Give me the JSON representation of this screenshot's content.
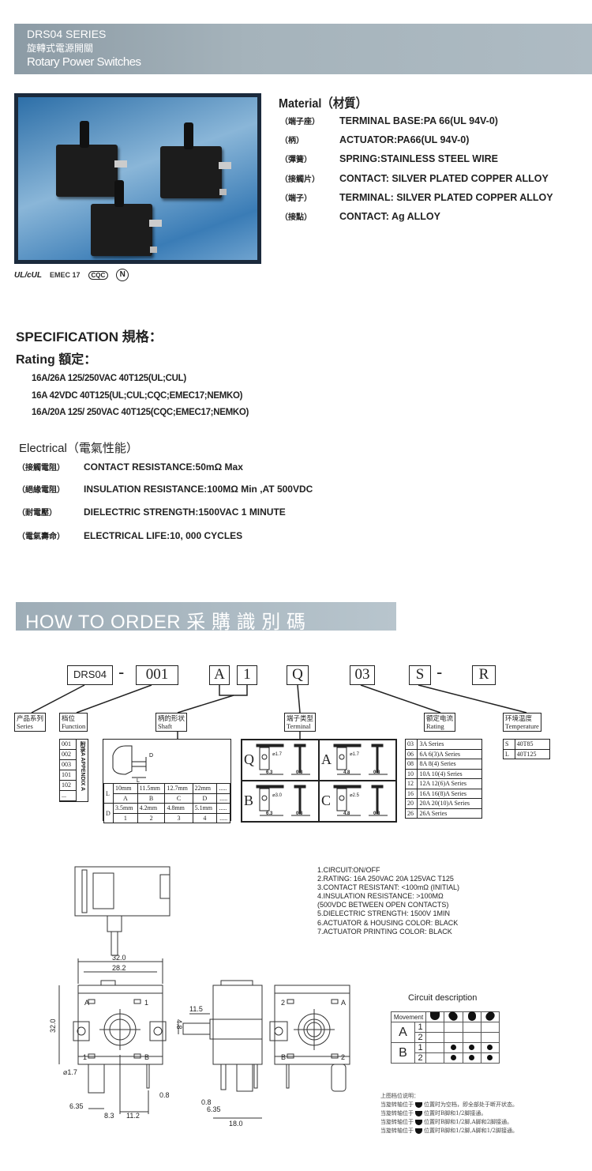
{
  "header": {
    "series": "DRS04 SERIES",
    "title_zh": "旋轉式電源開關",
    "title_en": "Rotary Power Switches"
  },
  "certifications": [
    "UL/cUL",
    "EMEC 17",
    "CQC",
    "N"
  ],
  "material": {
    "title": "Material（材質）",
    "rows": [
      {
        "zh": "（端子座）",
        "en": "TERMINAL BASE:PA 66(UL 94V-0)"
      },
      {
        "zh": "（柄）",
        "en": "ACTUATOR:PA66(UL 94V-0)"
      },
      {
        "zh": "（彈簧）",
        "en": "SPRING:STAINLESS STEEL WIRE"
      },
      {
        "zh": "（接觸片）",
        "en": "CONTACT: SILVER PLATED COPPER ALLOY"
      },
      {
        "zh": "（端子）",
        "en": "TERMINAL: SILVER PLATED COPPER ALLOY"
      },
      {
        "zh": "（接點）",
        "en": "CONTACT: Ag  ALLOY"
      }
    ]
  },
  "specification": {
    "title": "SPECIFICATION 規格：",
    "rating_title": "Rating 額定：",
    "ratings": [
      "16A/26A 125/250VAC  40T125(UL;CUL)",
      "16A 42VDC  40T125(UL;CUL;CQC;EMEC17;NEMKO)",
      "16A/20A 125/ 250VAC 40T125(CQC;EMEC17;NEMKO)"
    ],
    "electrical_title": "Electrical（電氣性能）",
    "electrical": [
      {
        "zh": "（接觸電阻）",
        "en": "CONTACT RESISTANCE:50mΩ Max"
      },
      {
        "zh": "（絕緣電阻）",
        "en": "INSULATION RESISTANCE:100MΩ Min ,AT 500VDC"
      },
      {
        "zh": "（耐電壓）",
        "en": "DIELECTRIC STRENGTH:1500VAC  1 MINUTE"
      },
      {
        "zh": "（電氣壽命）",
        "en": "ELECTRICAL LIFE:10, 000 CYCLES"
      }
    ]
  },
  "how_to_order": {
    "title": "HOW TO ORDER 采 購 識 別 碼",
    "codes": {
      "series": "DRS04",
      "function": "001",
      "shaft_l": "A",
      "shaft_d": "1",
      "terminal": "Q",
      "rating": "03",
      "temp": "S",
      "suffix": "R",
      "dash": "-"
    },
    "categories": {
      "series": {
        "zh": "产品系列",
        "en": "Series"
      },
      "function": {
        "zh": "档位",
        "en": "Function"
      },
      "shaft": {
        "zh": "柄的形状",
        "en": "Shaft"
      },
      "terminal": {
        "zh": "端子类型",
        "en": "Terminal"
      },
      "rating": {
        "zh": "额定电流",
        "en": "Rating"
      },
      "temperature": {
        "zh": "环境温度",
        "en": "Temperature"
      }
    },
    "function_codes": [
      "001",
      "002",
      "003",
      "101",
      "102",
      "..."
    ],
    "function_note": "附录A APPENDIX A",
    "shaft_table": {
      "L_label": "L",
      "D_label": "D",
      "L": [
        "10mm",
        "11.5mm",
        "12.7mm",
        "22mm",
        "....."
      ],
      "L_codes": [
        "A",
        "B",
        "C",
        "D",
        "....."
      ],
      "D": [
        "3.5mm",
        "4.2mm",
        "4.8mm",
        "5.1mm",
        "....."
      ],
      "D_codes": [
        "1",
        "2",
        "3",
        "4",
        "....."
      ],
      "dim_L": "L",
      "dim_D": "D"
    },
    "terminal_types": [
      {
        "code": "Q",
        "hole": "⌀1.7",
        "w": "6.3",
        "t": "0.8"
      },
      {
        "code": "A",
        "hole": "⌀1.7",
        "w": "4.8",
        "t": "0.8"
      },
      {
        "code": "B",
        "hole": "⌀3.0",
        "w": "6.3",
        "t": "0.8"
      },
      {
        "code": "C",
        "hole": "⌀2.5",
        "w": "4.8",
        "t": "0.8"
      }
    ],
    "rating_table": [
      [
        "03",
        "3A Series"
      ],
      [
        "06",
        "6A 6(3)A Series"
      ],
      [
        "08",
        "8A 8(4) Series"
      ],
      [
        "10",
        "10A 10(4) Series"
      ],
      [
        "12",
        "12A 12(6)A Series"
      ],
      [
        "16",
        "16A 16(8)A Series"
      ],
      [
        "20",
        "20A 20(10)A Series"
      ],
      [
        "26",
        "26A Series"
      ]
    ],
    "temp_table": [
      [
        "S",
        "40T85"
      ],
      [
        "L",
        "40T125"
      ]
    ]
  },
  "notes": [
    "1.CIRCUIT:ON/OFF",
    "2.RATING: 16A 250VAC  20A 125VAC  T125",
    "3.CONTACT RESISTANT: <100mΩ (INITIAL)",
    "4.INSULATION RESISTANCE: >100MΩ",
    "(500VDC BETWEEN OPEN CONTACTS)",
    "5.DIELECTRIC STRENGTH: 1500V  1MIN",
    "6.ACTUATOR & HOUSING COLOR: BLACK",
    "7.ACTUATOR PRINTING COLOR: BLACK"
  ],
  "dimensions": {
    "w_outer": "32.0",
    "w_inner": "28.2",
    "h": "32.0",
    "shaft_len": "11.5",
    "shaft_d": "4.8",
    "hole": "⌀1.7",
    "tab_w": "6.35",
    "tab_off": "8.3",
    "pin_off": "11.2",
    "pin_t": "0.8",
    "side_t": "0.8",
    "side_tab": "6.35",
    "depth": "18.0",
    "front_labels": [
      "A",
      "1",
      "1",
      "B"
    ],
    "back_labels": [
      "2",
      "A",
      "B",
      "2"
    ]
  },
  "circuit": {
    "title": "Circuit description",
    "movement_label": "Movement",
    "groups": [
      {
        "name": "A",
        "rows": [
          "1",
          "2"
        ]
      },
      {
        "name": "B",
        "rows": [
          "1",
          "2"
        ]
      }
    ],
    "dots": [
      [
        0,
        0,
        0,
        0
      ],
      [
        0,
        0,
        0,
        0
      ],
      [
        0,
        1,
        1,
        1
      ],
      [
        0,
        1,
        1,
        1
      ]
    ],
    "notes_title": "上图档位说明：",
    "notes": [
      "当旋转轴位于",
      "位置时为空档，即全部处于断开状态。",
      "当旋转轴位于",
      "位置时B脚和1/2脚接通。",
      "当旋转轴位于",
      "位置时B脚和1/2脚,A脚和2脚接通。",
      "当旋转轴位于",
      "位置时B脚和1/2脚,A脚和1/2脚接通。"
    ]
  }
}
